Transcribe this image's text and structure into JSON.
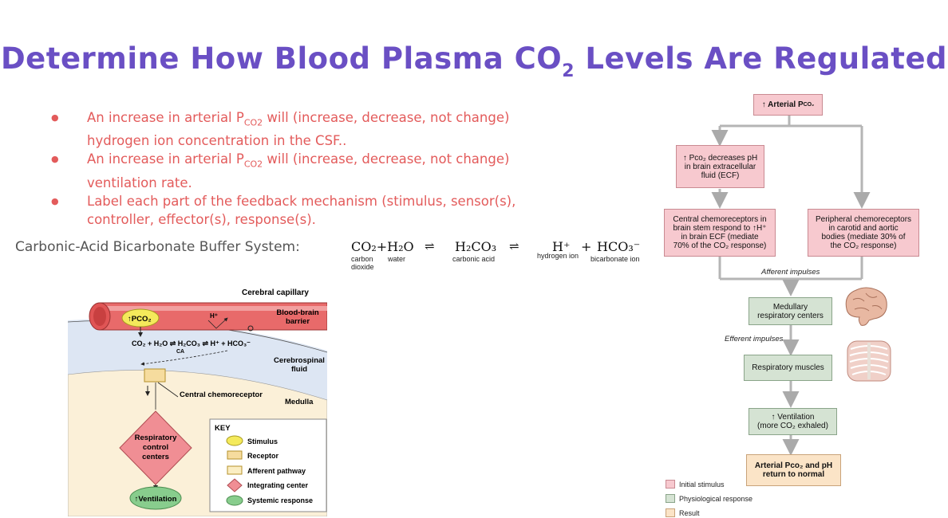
{
  "title": {
    "pre": "Determine How Blood Plasma CO",
    "sub": "2",
    "post": " Levels Are Regulated"
  },
  "bullets": [
    {
      "a": "An increase in arterial P",
      "sub": "CO2",
      "b": " will (increase, decrease, not change) hydrogen ion concentration in the CSF.."
    },
    {
      "a": "An increase in arterial P",
      "sub": "CO2",
      "b": " will (increase, decrease, not change) ventilation rate."
    },
    {
      "a": "Label each part of the feedback mechanism (stimulus, sensor(s), controller, effector(s), response(s).",
      "sub": "",
      "b": ""
    }
  ],
  "buffer": {
    "label": "Carbonic-Acid Bicarbonate Buffer System:",
    "co2_h2o": "CO₂+H₂O",
    "arrow": "⇌",
    "h2co3": "H₂CO₃",
    "h": "H⁺",
    "plus": "+",
    "hco3": "HCO₃⁻",
    "carbon_dioxide": "carbon\ndioxide",
    "water": "water",
    "carbonic_acid": "carbonic acid",
    "hydrogen_ion": "hydrogen ion",
    "bicarbonate_ion": "bicarbonate ion"
  },
  "left_diagram": {
    "cerebral_capillary": "Cerebral capillary",
    "blood_brain_barrier": "Blood-brain\nbarrier",
    "pco2": "↑PCO₂",
    "h_plus": "H⁺",
    "reaction": "CO₂ + H₂O ⇌ H₂CO₃ ⇌ H⁺ + HCO₃⁻",
    "ca": "CA",
    "csf": "Cerebrospinal\nfluid",
    "central_chemoreceptor": "Central chemoreceptor",
    "medulla": "Medulla",
    "respiratory_control_centers": "Respiratory\ncontrol\ncenters",
    "ventilation": "↑Ventilation",
    "key_title": "KEY",
    "key": [
      "Stimulus",
      "Receptor",
      "Afferent pathway",
      "Integrating center",
      "Systemic response"
    ],
    "colors": {
      "stimulus": "#f4ea5b",
      "receptor": "#f6dc9e",
      "afferent": "#fbeec3",
      "integrating": "#f08e94",
      "systemic": "#88cd8d",
      "vessel": "#e86a6a",
      "csf_bg": "#dde6f3",
      "medulla_bg": "#fbf0d8"
    }
  },
  "flowchart": {
    "arterial": "↑ Arterial P",
    "arterial_sub": "CO₂",
    "pco2_decreases": "↑ Pᴄᴏ₂ decreases pH\nin brain extracellular\nfluid (ECF)",
    "central": "Central chemoreceptors in\nbrain stem respond to ↑H⁺\nin brain ECF (mediate\n70% of the CO₂ response)",
    "peripheral": "Peripheral chemoreceptors\nin carotid and aortic\nbodies (mediate 30% of\nthe CO₂ response)",
    "afferent": "Afferent impulses",
    "medullary": "Medullary\nrespiratory centers",
    "efferent": "Efferent impulses",
    "muscles": "Respiratory muscles",
    "ventilation": "↑ Ventilation\n(more CO₂ exhaled)",
    "normal": "Arterial Pᴄᴏ₂ and pH\nreturn to normal",
    "legend": [
      "Initial stimulus",
      "Physiological response",
      "Result"
    ],
    "colors": {
      "pink": "#f7c9cf",
      "green": "#d5e3d3",
      "tan": "#fbe4c7"
    }
  }
}
